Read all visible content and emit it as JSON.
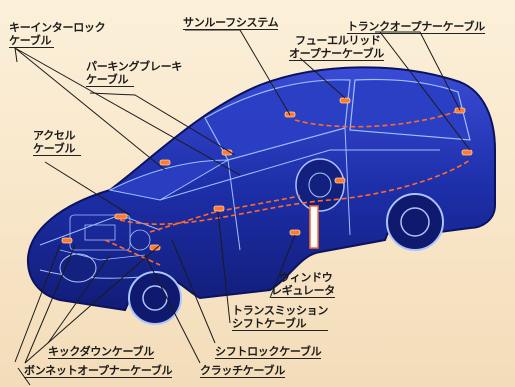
{
  "labels": {
    "key_interlock": [
      "キーインターロック",
      "ケーブル"
    ],
    "sunroof": [
      "サンルーフシステム"
    ],
    "trunk_opener": [
      "トランクオープナーケーブル"
    ],
    "fuel_lid": [
      "フューエルリッド",
      "オープナーケーブル"
    ],
    "parking_brake": [
      "パーキングブレーキ",
      "ケーブル"
    ],
    "accel": [
      "アクセル",
      "ケーブル"
    ],
    "window_regulator": [
      "ウィンドウ",
      "レギュレータ"
    ],
    "transmission_shift": [
      "トランスミッション",
      "シフトケーブル"
    ],
    "kickdown": [
      "キックダウンケーブル"
    ],
    "shift_lock": [
      "シフトロックケーブル"
    ],
    "bonnet_opener": [
      "ボンネットオープナーケーブル"
    ],
    "clutch": [
      "クラッチケーブル"
    ]
  },
  "colors": {
    "background": "#fbeed6",
    "car_body": "#1d2ea8",
    "car_line": "#8fb0ff",
    "cable_highlight": "#ff6a2a",
    "leader_line": "#1b1b1b"
  }
}
